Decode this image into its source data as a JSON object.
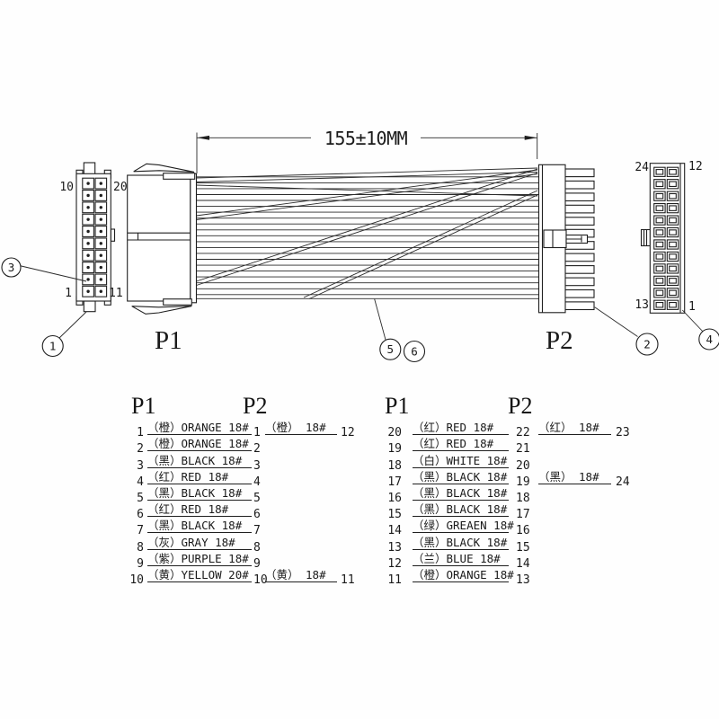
{
  "diagram": {
    "dimension_label": "155±10MM",
    "p1_label": "P1",
    "p2_label": "P2",
    "p1_front": {
      "rows": 10,
      "cols": 2,
      "top_left": "10",
      "top_right": "20",
      "bottom_left": "1",
      "bottom_right": "11"
    },
    "p2_front": {
      "rows": 12,
      "cols": 2,
      "top_left": "24",
      "top_right": "12",
      "bottom_left": "13",
      "bottom_right": "1"
    },
    "balloons": [
      {
        "num": "1"
      },
      {
        "num": "2"
      },
      {
        "num": "3"
      },
      {
        "num": "4"
      },
      {
        "num": "5"
      },
      {
        "num": "6"
      }
    ],
    "line_color": "#1f1f1f",
    "background": "#fefefe"
  },
  "tables": [
    {
      "p1_header": "P1",
      "p2_header": "P2",
      "rows": [
        {
          "from": "1",
          "spec": "（橙）ORANGE 18#",
          "to": "1",
          "extra_spec": "（橙）  18#",
          "extra_to": "12"
        },
        {
          "from": "2",
          "spec": "（橙）ORANGE 18#",
          "to": "2"
        },
        {
          "from": "3",
          "spec": "（黑）BLACK 18#",
          "to": "3"
        },
        {
          "from": "4",
          "spec": "（红）RED 18#",
          "to": "4"
        },
        {
          "from": "5",
          "spec": "（黑）BLACK 18#",
          "to": "5"
        },
        {
          "from": "6",
          "spec": "（红）RED 18#",
          "to": "6"
        },
        {
          "from": "7",
          "spec": "（黑）BLACK 18#",
          "to": "7"
        },
        {
          "from": "8",
          "spec": "（灰）GRAY 18#",
          "to": "8"
        },
        {
          "from": "9",
          "spec": "（紫）PURPLE 18#",
          "to": "9"
        },
        {
          "from": "10",
          "spec": "（黄）YELLOW 20#",
          "to": "10",
          "extra_spec": "（黄）  18#",
          "extra_to": "11"
        }
      ]
    },
    {
      "p1_header": "P1",
      "p2_header": "P2",
      "rows": [
        {
          "from": "20",
          "spec": "（红）RED 18#",
          "to": "22",
          "extra_spec": "（红）  18#",
          "extra_to": "23"
        },
        {
          "from": "19",
          "spec": "（红）RED 18#",
          "to": "21"
        },
        {
          "from": "18",
          "spec": "（白）WHITE 18#",
          "to": "20"
        },
        {
          "from": "17",
          "spec": "（黑）BLACK 18#",
          "to": "19",
          "extra_spec": "（黑）  18#",
          "extra_to": "24"
        },
        {
          "from": "16",
          "spec": "（黑）BLACK 18#",
          "to": "18"
        },
        {
          "from": "15",
          "spec": "（黑）BLACK 18#",
          "to": "17"
        },
        {
          "from": "14",
          "spec": "（绿）GREAEN 18#",
          "to": "16"
        },
        {
          "from": "13",
          "spec": "（黑）BLACK 18#",
          "to": "15"
        },
        {
          "from": "12",
          "spec": "（兰）BLUE 18#",
          "to": "14"
        },
        {
          "from": "11",
          "spec": "（橙）ORANGE 18#",
          "to": "13"
        }
      ]
    }
  ]
}
